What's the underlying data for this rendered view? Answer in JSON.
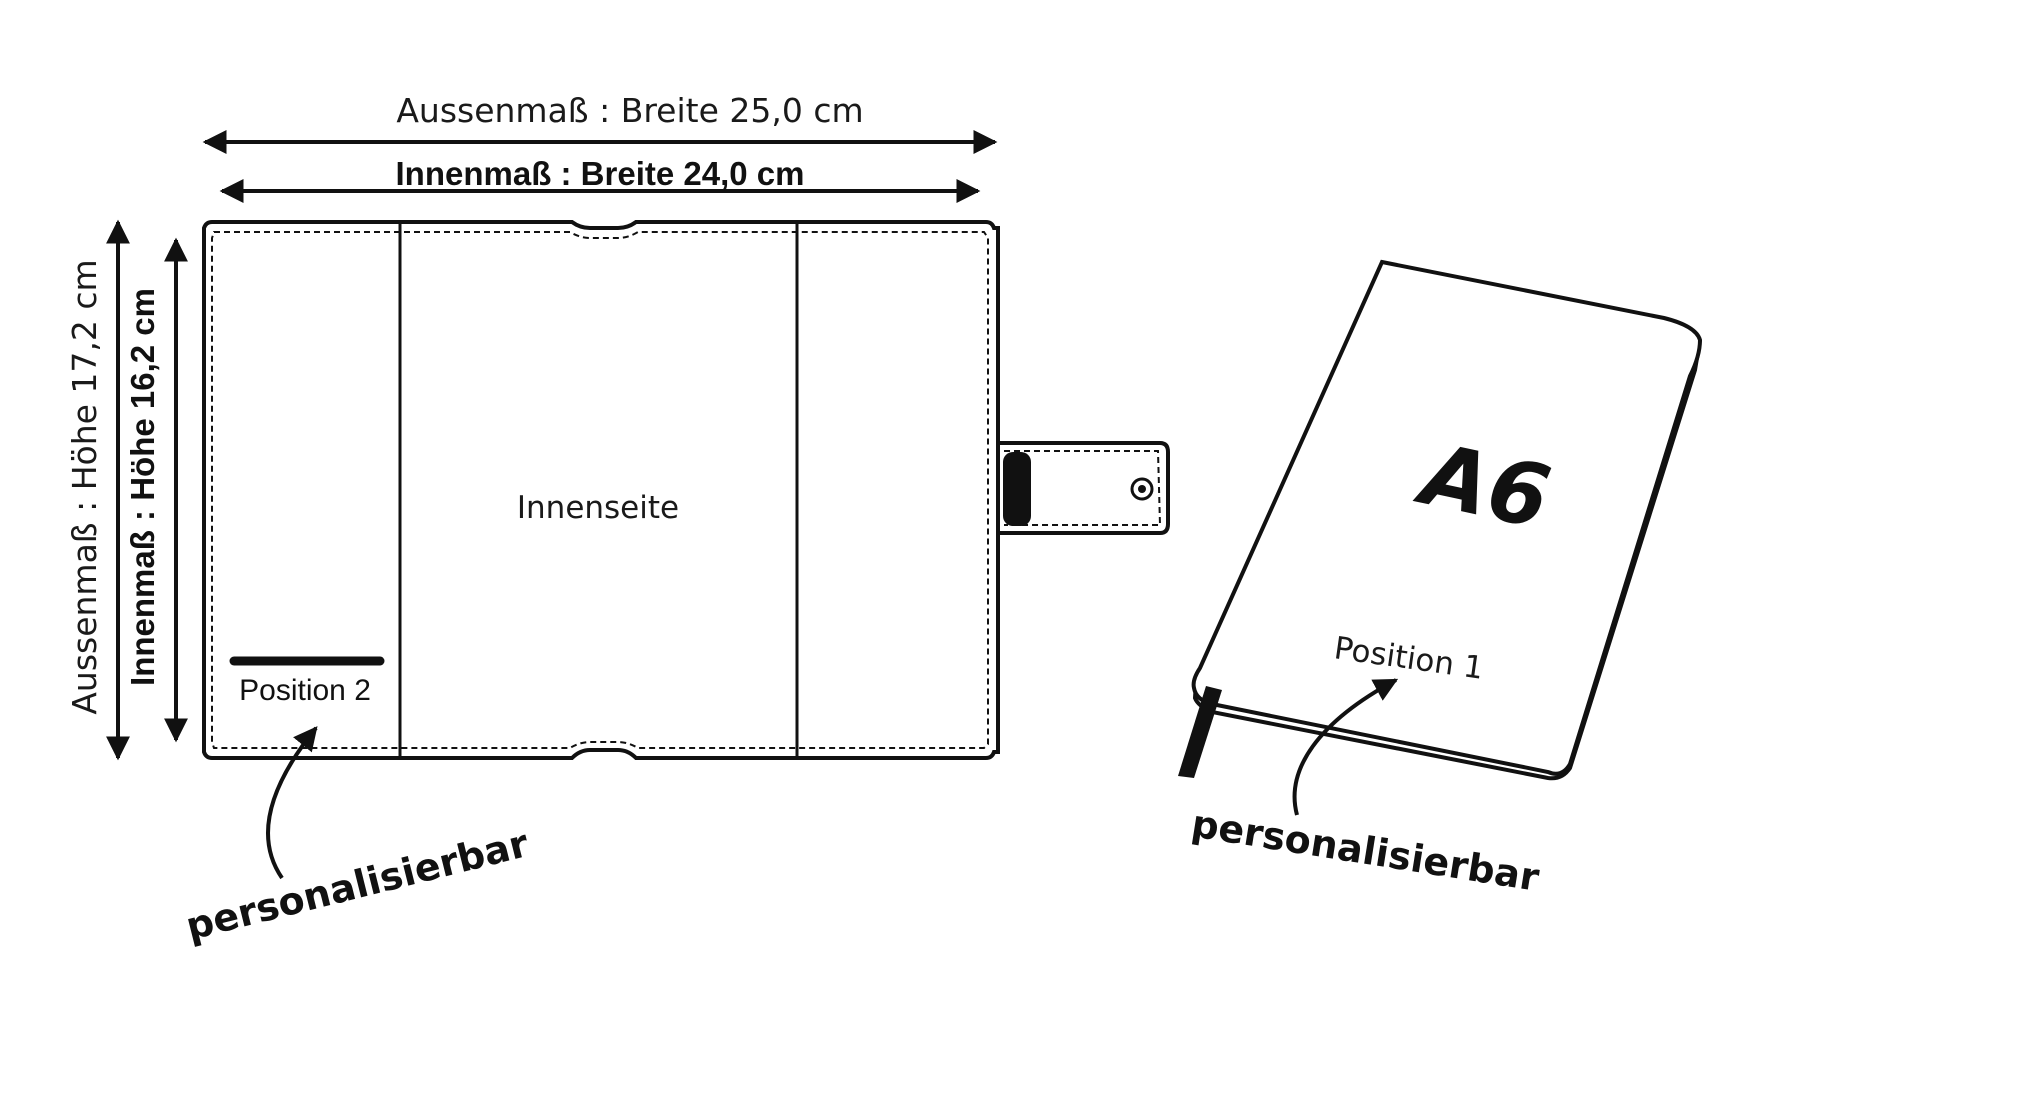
{
  "dimensions": {
    "outer_width": "Aussenmaß : Breite 25,0 cm",
    "inner_width": "Innenmaß :   Breite 24,0 cm",
    "outer_height": "Aussenmaß : Höhe 17,2 cm",
    "inner_height": "Innenmaß : Höhe 16,2 cm"
  },
  "cover": {
    "center_label": "Innenseite",
    "position_label": "Position 2",
    "callout": "personalisierbar"
  },
  "book": {
    "format": "A6",
    "position_label": "Position 1",
    "callout": "personalisierbar"
  }
}
